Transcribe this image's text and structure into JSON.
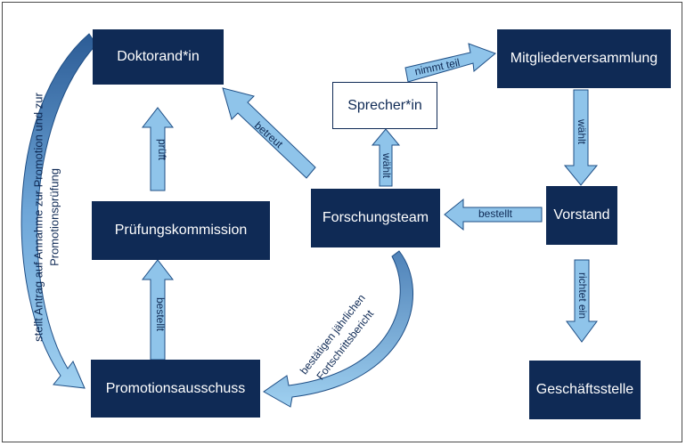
{
  "nodes": {
    "doktorand": "Doktorand*in",
    "pruefungskommission": "Prüfungskommission",
    "promotionsausschuss": "Promotionsausschuss",
    "sprecher": "Sprecher*in",
    "forschungsteam": "Forschungsteam",
    "mitgliederversammlung": "Mitgliederversammlung",
    "vorstand": "Vorstand",
    "geschaeftsstelle": "Geschäftsstelle"
  },
  "edges": {
    "prueft": "prüft",
    "bestellt_pa": "bestellt",
    "betreut": "betreut",
    "waehlt_sprecher": "wählt",
    "nimmt_teil": "nimmt teil",
    "waehlt_vorstand": "wählt",
    "bestellt_vorstand": "bestellt",
    "richtet_ein": "richtet ein",
    "antrag_line1": "stellt Antrag auf Annahme zur Promotion und zur",
    "antrag_line2": "Promotionsprüfung",
    "fortschritt_line1": "bestätigen jährlichen",
    "fortschritt_line2": "Fortschrittsbericht"
  },
  "colors": {
    "node_fill": "#0f2a55",
    "arrow_fill": "#8fc4ea",
    "arrow_stroke": "#1f4f86"
  }
}
